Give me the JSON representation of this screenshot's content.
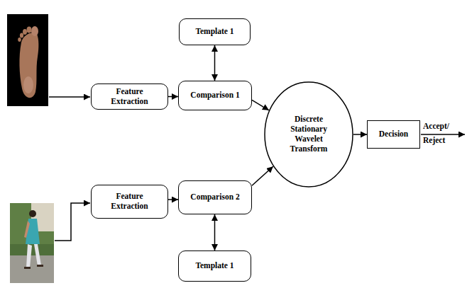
{
  "diagram": {
    "nodes": [
      {
        "text": [
          "Template 1"
        ]
      },
      {
        "text": [
          "Feature Extraction"
        ]
      },
      {
        "text": [
          "Comparison 1"
        ]
      },
      {
        "text": [
          "Discrete Stationary Wavelet Transform"
        ]
      },
      {
        "text": [
          "Decision"
        ]
      },
      {
        "text": [
          "Feature Extraction"
        ]
      },
      {
        "text": [
          "Comparison 2"
        ]
      },
      {
        "text": [
          "Template 1"
        ]
      }
    ],
    "edges": [
      {
        "from": 1,
        "to": 2,
        "arrow": "to"
      },
      {
        "from": 0,
        "to": 2,
        "arrow": "both"
      },
      {
        "from": 2,
        "to": 3,
        "arrow": "to"
      },
      {
        "from": 3,
        "to": 4,
        "arrow": "to"
      },
      {
        "from": 5,
        "to": 6,
        "arrow": "to"
      },
      {
        "from": 6,
        "to": 7,
        "arrow": "both"
      },
      {
        "from": 6,
        "to": 3,
        "arrow": "to"
      }
    ],
    "labels": [
      "Accept/ Reject"
    ]
  }
}
